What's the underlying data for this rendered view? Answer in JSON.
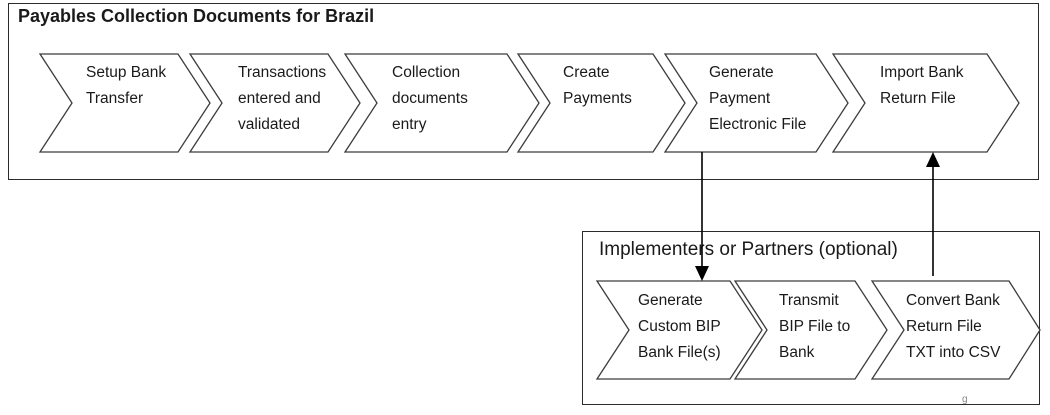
{
  "diagram": {
    "main_group": {
      "title": "Payables Collection Documents for Brazil",
      "steps": [
        {
          "lines": [
            "Setup Bank",
            "Transfer"
          ]
        },
        {
          "lines": [
            "Transactions",
            "entered and",
            "validated"
          ]
        },
        {
          "lines": [
            "Collection",
            "documents",
            "entry"
          ]
        },
        {
          "lines": [
            "Create",
            "Payments"
          ]
        },
        {
          "lines": [
            "Generate",
            "Payment",
            "Electronic File"
          ]
        },
        {
          "lines": [
            "Import Bank",
            "Return File"
          ]
        }
      ]
    },
    "partner_group": {
      "title": "Implementers or Partners (optional)",
      "steps": [
        {
          "lines": [
            "Generate",
            "Custom BIP",
            "Bank File(s)"
          ]
        },
        {
          "lines": [
            "Transmit",
            "BIP File to",
            "Bank"
          ]
        },
        {
          "lines": [
            "Convert Bank",
            "Return File",
            "TXT into CSV"
          ]
        }
      ]
    },
    "connectors": [
      {
        "from": "Generate Payment Electronic File",
        "to": "Generate Custom BIP Bank File(s)"
      },
      {
        "from": "Convert Bank Return File TXT into CSV",
        "to": "Import Bank Return File"
      }
    ],
    "corner_mark": "g"
  }
}
